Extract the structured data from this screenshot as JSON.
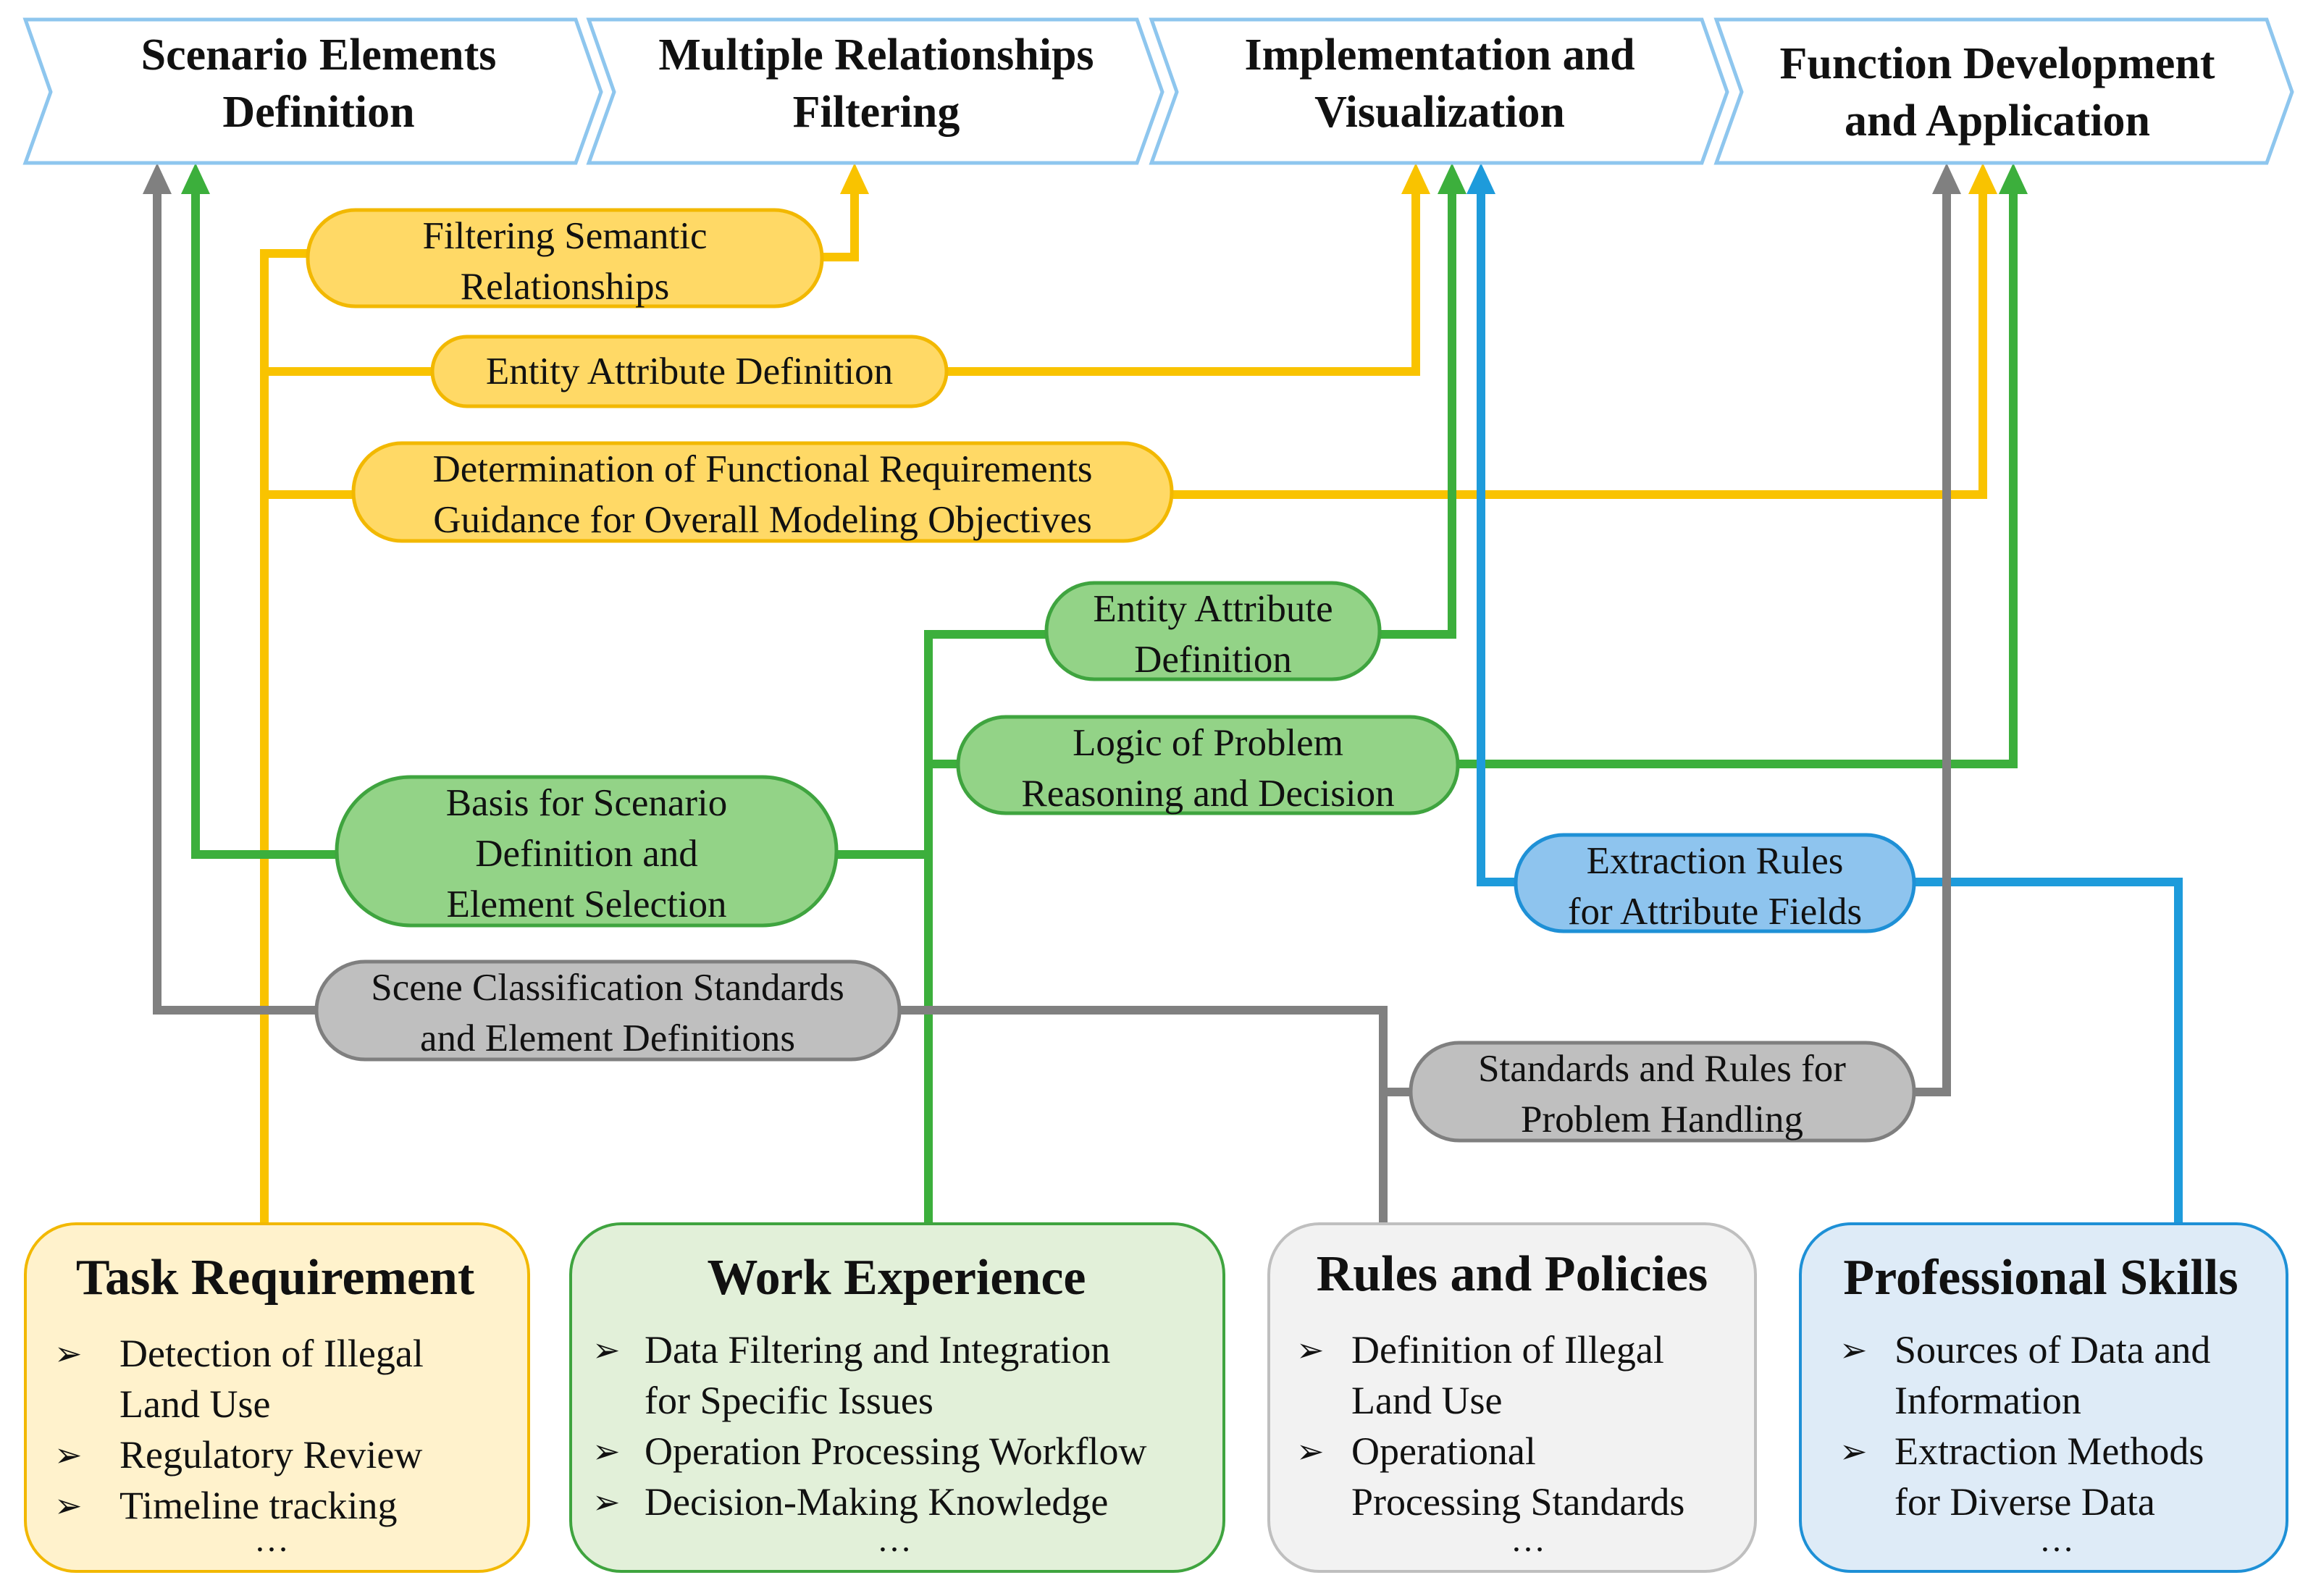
{
  "stages": [
    {
      "id": "scenario",
      "lines": [
        "Scenario Elements",
        "Definition"
      ]
    },
    {
      "id": "filtering",
      "lines": [
        "Multiple Relationships",
        "Filtering"
      ]
    },
    {
      "id": "implementation",
      "lines": [
        "Implementation and",
        "Visualization"
      ]
    },
    {
      "id": "function",
      "lines": [
        "Function Development",
        "and Application"
      ]
    }
  ],
  "pills": {
    "filtering_semantic": {
      "lines": [
        "Filtering Semantic",
        "Relationships"
      ],
      "color": "yellow"
    },
    "entity_attr_yellow": {
      "lines": [
        "Entity Attribute Definition"
      ],
      "color": "yellow"
    },
    "functional_req": {
      "lines": [
        "Determination of Functional Requirements",
        "Guidance for Overall Modeling Objectives"
      ],
      "color": "yellow"
    },
    "entity_attr_green": {
      "lines": [
        "Entity Attribute",
        "Definition"
      ],
      "color": "green"
    },
    "logic_problem": {
      "lines": [
        "Logic of Problem",
        "Reasoning and Decision"
      ],
      "color": "green"
    },
    "basis_scenario": {
      "lines": [
        "Basis for Scenario",
        "Definition and",
        "Element Selection"
      ],
      "color": "green"
    },
    "extraction_rules": {
      "lines": [
        "Extraction Rules",
        "for Attribute Fields"
      ],
      "color": "blue"
    },
    "scene_class": {
      "lines": [
        "Scene Classification Standards",
        "and Element Definitions"
      ],
      "color": "gray"
    },
    "standards_rules": {
      "lines": [
        "Standards and Rules for",
        "Problem Handling"
      ],
      "color": "gray"
    }
  },
  "sources": [
    {
      "id": "task",
      "title": "Task Requirement",
      "items": [
        [
          "Detection of Illegal",
          "Land Use"
        ],
        [
          "Regulatory Review"
        ],
        [
          "Timeline tracking"
        ]
      ],
      "more": "…"
    },
    {
      "id": "work",
      "title": "Work Experience",
      "items": [
        [
          "Data Filtering and Integration",
          "for Specific Issues"
        ],
        [
          "Operation Processing Workflow"
        ],
        [
          "Decision-Making Knowledge"
        ]
      ],
      "more": "…"
    },
    {
      "id": "rules",
      "title": "Rules and Policies",
      "items": [
        [
          "Definition of  Illegal",
          "Land Use"
        ],
        [
          "Operational",
          "Processing Standards"
        ]
      ],
      "more": "…"
    },
    {
      "id": "skills",
      "title": "Professional Skills",
      "items": [
        [
          "Sources of Data and",
          "Information"
        ],
        [
          "Extraction Methods",
          "for Diverse Data"
        ]
      ],
      "more": "…"
    }
  ],
  "bullet_glyph": "➢",
  "colors": {
    "yellow_line": "#F9C300",
    "yellow_fill": "#FFD966",
    "yellow_stroke": "#F2B800",
    "green_line": "#3CAF3C",
    "green_fill": "#93D387",
    "green_stroke": "#3FA43F",
    "blue_line": "#1E9BDB",
    "blue_fill": "#8EC4EE",
    "blue_stroke": "#1E90D6",
    "gray_line": "#808080",
    "gray_fill": "#BFBFBF",
    "gray_stroke": "#7F7F7F",
    "stage_border": "#8EC6EE"
  }
}
